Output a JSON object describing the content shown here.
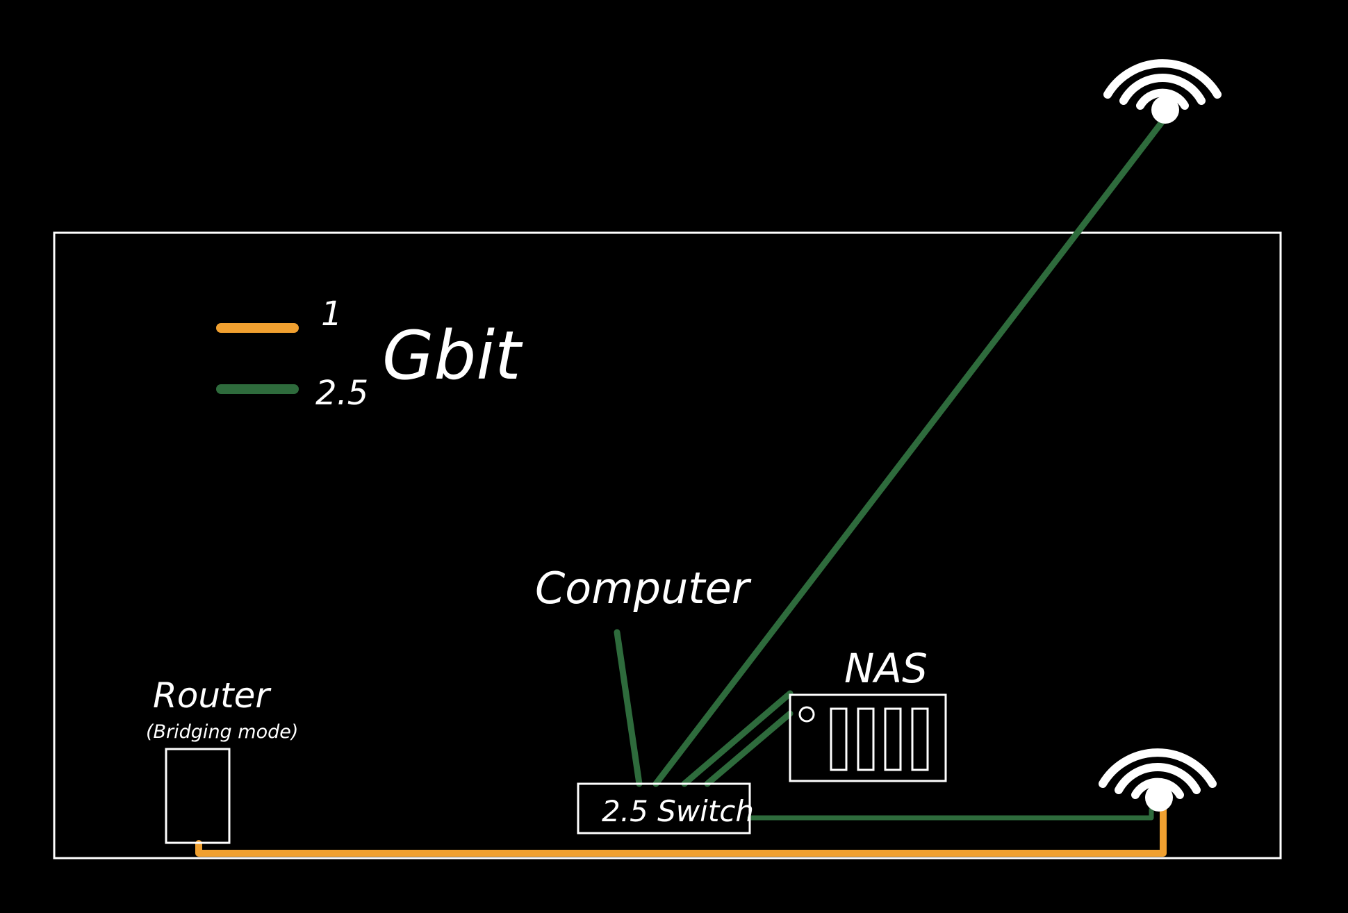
{
  "colors": {
    "background": "#000000",
    "outline": "#ffffff",
    "one_gbit": "#f0a030",
    "two_five_gbit": "#2e6b3c"
  },
  "legend": {
    "one_label": "1",
    "two_five_label": "2.5",
    "unit_label": "Gbit"
  },
  "devices": {
    "router_label": "Router",
    "router_sublabel": "(Bridging mode)",
    "computer_label": "Computer",
    "switch_label": "2.5 Switch",
    "nas_label": "NAS"
  },
  "icons": {
    "access_point_top": "wifi-icon",
    "access_point_bottom": "wifi-icon"
  }
}
